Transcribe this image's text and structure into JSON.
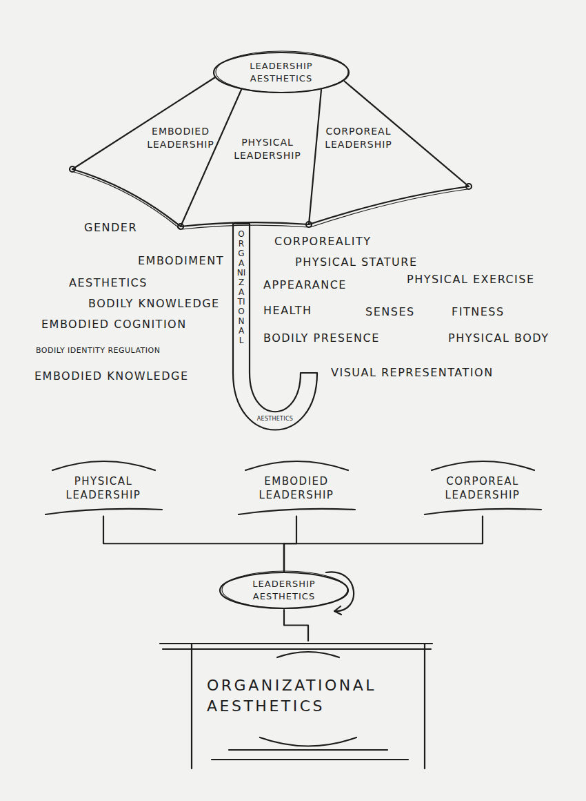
{
  "diagram": {
    "nodes": [
      {
        "text": [
          "LEADERSHIP AESTHETICS"
        ]
      },
      {
        "text": [
          "EMBODIED LEADERSHIP"
        ]
      },
      {
        "text": [
          "PHYSICAL LEADERSHIP"
        ]
      },
      {
        "text": [
          "CORPOREAL LEADERSHIP"
        ]
      },
      {
        "text": [
          "ORGANIZATIONAL",
          "AESTHETICS"
        ]
      },
      {
        "text": [
          "PHYSICAL LEADERSHIP"
        ]
      },
      {
        "text": [
          "EMBODIED LEADERSHIP"
        ]
      },
      {
        "text": [
          "CORPOREAL LEADERSHIP"
        ]
      },
      {
        "text": [
          "LEADERSHIP AESTHETICS"
        ]
      },
      {
        "text": [
          "ORGANIZATIONAL AESTHETICS"
        ]
      }
    ],
    "edges": [
      {
        "from": 5,
        "to": 8,
        "arrow": "none"
      },
      {
        "from": 6,
        "to": 8,
        "arrow": "none"
      },
      {
        "from": 7,
        "to": 8,
        "arrow": "none"
      },
      {
        "from": 8,
        "to": 9,
        "arrow": "none"
      }
    ],
    "labels": [
      "GENDER",
      "EMBODIMENT",
      "AESTHETICS",
      "BODILY KNOWLEDGE",
      "EMBODIED COGNITION",
      "BODILY IDENTITY REGULATION",
      "EMBODIED KNOWLEDGE",
      "CORPOREALITY",
      "PHYSICAL STATURE",
      "APPEARANCE",
      "PHYSICAL EXERCISE",
      "HEALTH",
      "SENSES",
      "FITNESS",
      "BODILY PRESENCE",
      "PHYSICAL BODY",
      "VISUAL REPRESENTATION"
    ]
  }
}
